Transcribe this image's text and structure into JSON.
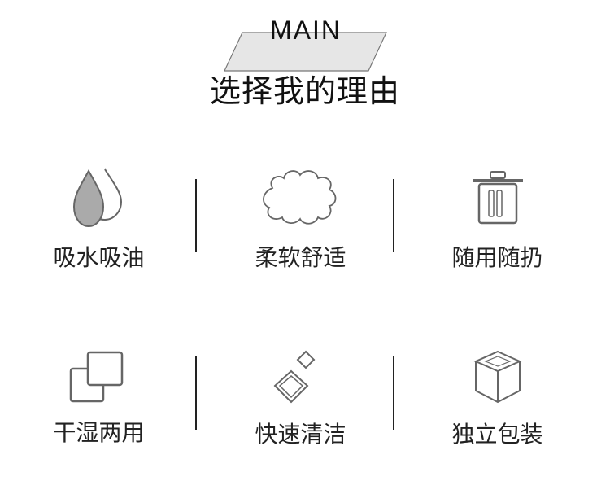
{
  "header": {
    "badge_text": "MAIN",
    "title": "选择我的理由"
  },
  "features": [
    {
      "label": "吸水吸油",
      "icon": "water-drops-icon"
    },
    {
      "label": "柔软舒适",
      "icon": "cloud-icon"
    },
    {
      "label": "随用随扔",
      "icon": "trash-can-icon"
    },
    {
      "label": "干湿两用",
      "icon": "overlapping-squares-icon"
    },
    {
      "label": "快速清洁",
      "icon": "sparkle-diamonds-icon"
    },
    {
      "label": "独立包装",
      "icon": "cube-package-icon"
    }
  ],
  "colors": {
    "text": "#222222",
    "banner_fill": "#e6e6e6",
    "icon_stroke": "#666666",
    "drop_fill": "#aaaaaa"
  }
}
